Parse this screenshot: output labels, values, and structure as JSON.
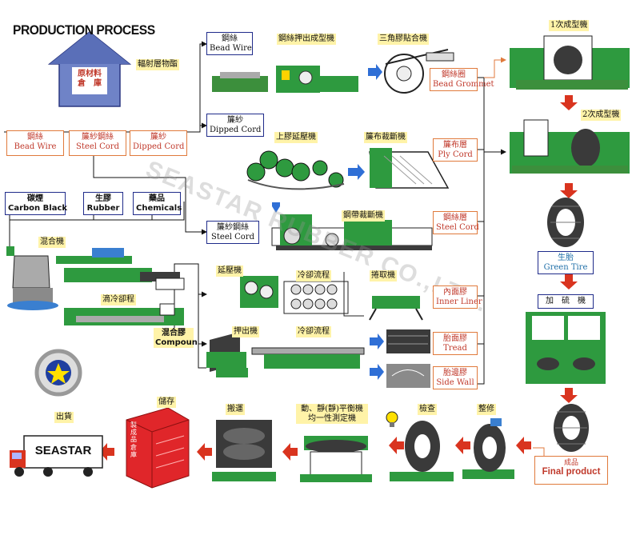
{
  "title": "PRODUCTION PROCESS",
  "watermark": "SEASTAR RUBBER CO.,LTD.",
  "warehouse": {
    "line1": "原材料",
    "line2": "倉　庫"
  },
  "radiation_label": "輻射層物酯",
  "inputs": {
    "bead_wire": {
      "zh": "鋼絲",
      "en": "Bead Wire"
    },
    "steel_cord": {
      "zh": "簾紗鋼絲",
      "en": "Steel Cord"
    },
    "dipped_cord": {
      "zh": "簾紗",
      "en": "Dipped Cord"
    },
    "carbon_black": {
      "zh": "碳煙",
      "en": "Carbon Black"
    },
    "rubber": {
      "zh": "生膠",
      "en": "Rubber"
    },
    "chemicals": {
      "zh": "藥品",
      "en": "Chemicals"
    }
  },
  "mixer": "混合機",
  "cooling_roll": "滴冷卻程",
  "compound": {
    "zh": "混合膠",
    "en": "Compoun"
  },
  "branches": {
    "bead_wire": {
      "zh": "鋼絲",
      "en": "Bead Wire"
    },
    "dipped_cord": {
      "zh": "簾紗",
      "en": "Dipped Cord"
    },
    "steel_cord": {
      "zh": "簾紗鋼絲",
      "en": "Steel Cord"
    }
  },
  "machines": {
    "extruder_wire": "鋼絲押出成型機",
    "apex": "三角膠貼合機",
    "calender": "上膠延壓機",
    "bias_cutter": "簾布裁斷機",
    "steel_cutter": "鋼帶裁斷機",
    "rolling": "延壓機",
    "cooling1": "冷卻流程",
    "winding": "捲取機",
    "extruder": "押出機",
    "cooling2": "冷卻流程"
  },
  "components": {
    "bead_grommet": {
      "zh": "鋼絲圈",
      "en": "Bead Grommet"
    },
    "ply_cord": {
      "zh": "簾布層",
      "en": "Ply Cord"
    },
    "steel_cord": {
      "zh": "鋼絲層",
      "en": "Steel Cord"
    },
    "inner_liner": {
      "zh": "內面膠",
      "en": "Inner Liner"
    },
    "tread": {
      "zh": "胎面膠",
      "en": "Tread"
    },
    "side_wall": {
      "zh": "胎邊膠",
      "en": "Side Wall"
    }
  },
  "building1": "1次成型機",
  "building2": "2次成型機",
  "green_tire": {
    "zh": "生胎",
    "en": "Green Tire"
  },
  "curing": "加　硫　機",
  "final_product": {
    "zh": "成品",
    "en": "Final product"
  },
  "trimming": "整修",
  "inspection": "檢查",
  "balance": {
    "line1": "動、靜(靜)平衡機",
    "line2": "均一性測定機"
  },
  "transport": "搬運",
  "storage": "儲存",
  "storage_sign": "製成品倉庫",
  "shipping": "出貨",
  "truck_brand": "SEASTAR",
  "colors": {
    "box_border": "#1f2b8a",
    "accent_border": "#e07a3c",
    "label_bg": "#fff3a8",
    "machine_green": "#2e9a3f",
    "arrow_blue": "#2f6fd6",
    "arrow_red": "#d9341f",
    "warehouse_blue": "#6f83c7",
    "storage_red": "#e0262a"
  }
}
